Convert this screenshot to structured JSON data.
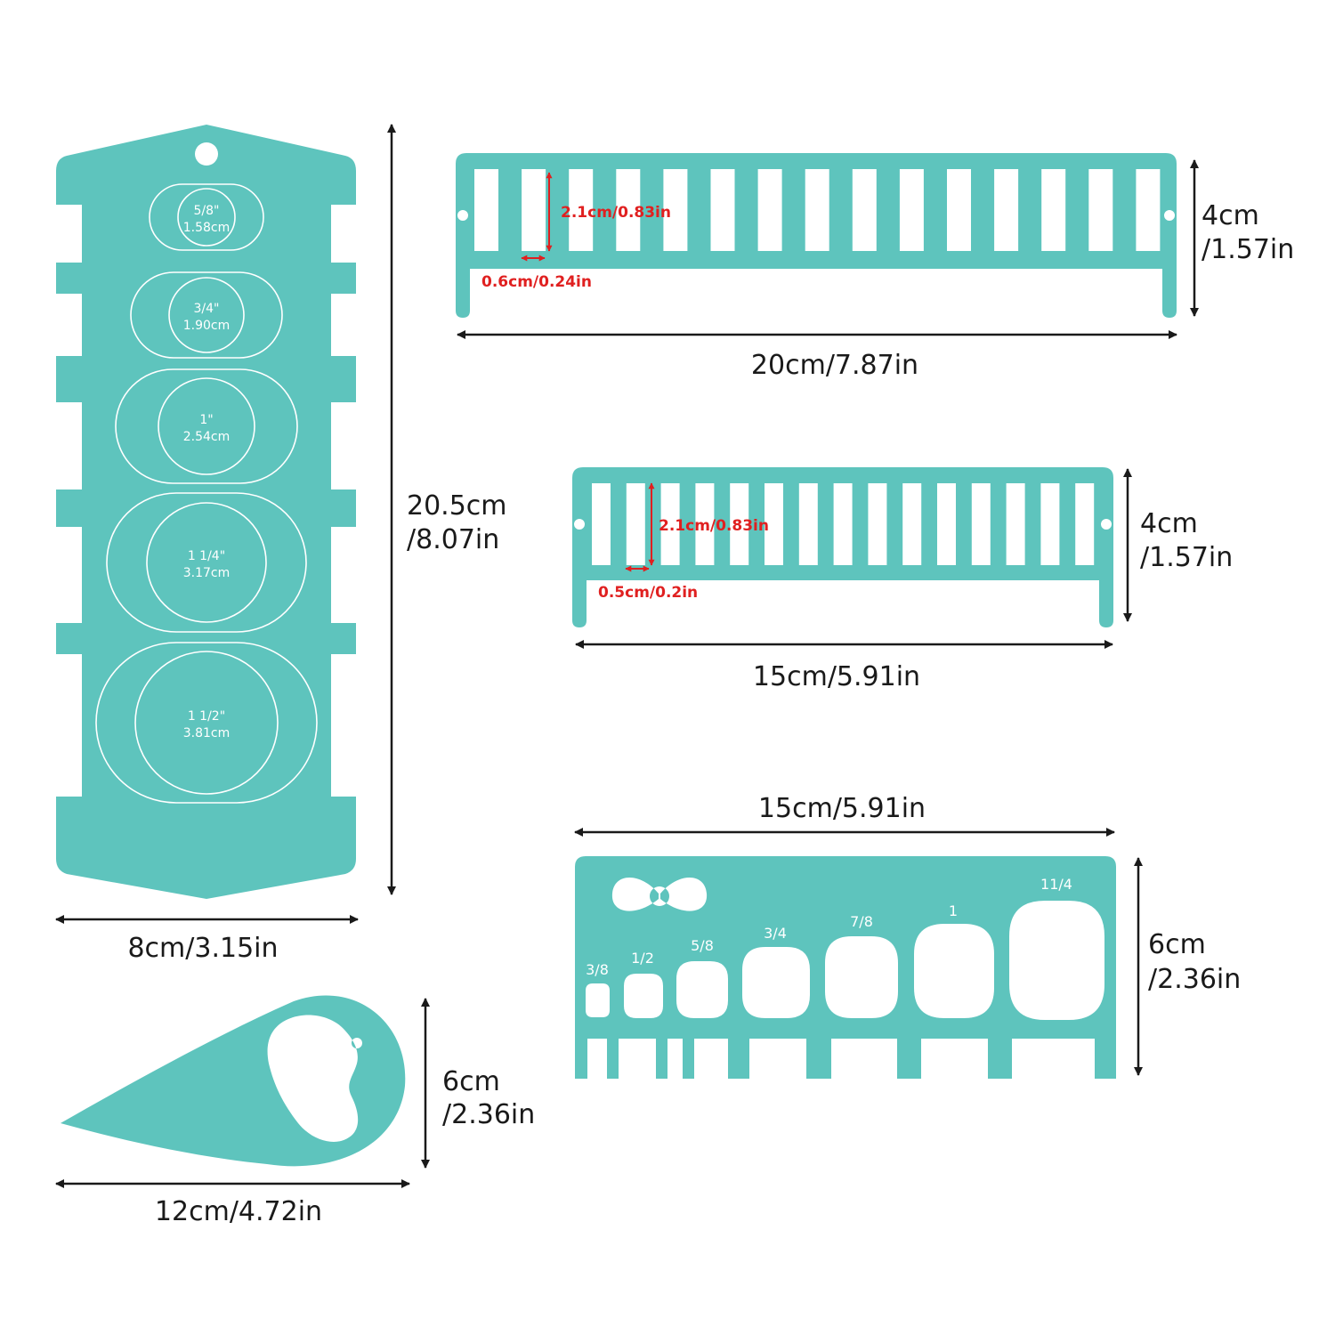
{
  "colors": {
    "body": "#5ec4bd",
    "text": "#1a1a1a",
    "annotation": "#e02020",
    "outline": "#ffffff"
  },
  "board": {
    "height_label_1": "20.5cm",
    "height_label_2": "/8.07in",
    "width_label": "8cm/3.15in",
    "circles": [
      {
        "inch": "5/8\"",
        "cm": "1.58cm"
      },
      {
        "inch": "3/4\"",
        "cm": "1.90cm"
      },
      {
        "inch": "1\"",
        "cm": "2.54cm"
      },
      {
        "inch": "1 1/4\"",
        "cm": "3.17cm"
      },
      {
        "inch": "1 1/2\"",
        "cm": "3.81cm"
      }
    ]
  },
  "rack_large": {
    "height_label_1": "4cm",
    "height_label_2": "/1.57in",
    "width_label": "20cm/7.87in",
    "slot_height": "2.1cm/0.83in",
    "slot_gap": "0.6cm/0.24in"
  },
  "rack_small": {
    "height_label_1": "4cm",
    "height_label_2": "/1.57in",
    "width_label": "15cm/5.91in",
    "slot_height": "2.1cm/0.83in",
    "slot_gap": "0.5cm/0.2in"
  },
  "gauge": {
    "width_label": "15cm/5.91in",
    "height_label_1": "6cm",
    "height_label_2": "/2.36in",
    "sizes": [
      "3/8",
      "1/2",
      "5/8",
      "3/4",
      "7/8",
      "1",
      "11/4"
    ]
  },
  "slider": {
    "height_label_1": "6cm",
    "height_label_2": "/2.36in",
    "width_label": "12cm/4.72in"
  }
}
